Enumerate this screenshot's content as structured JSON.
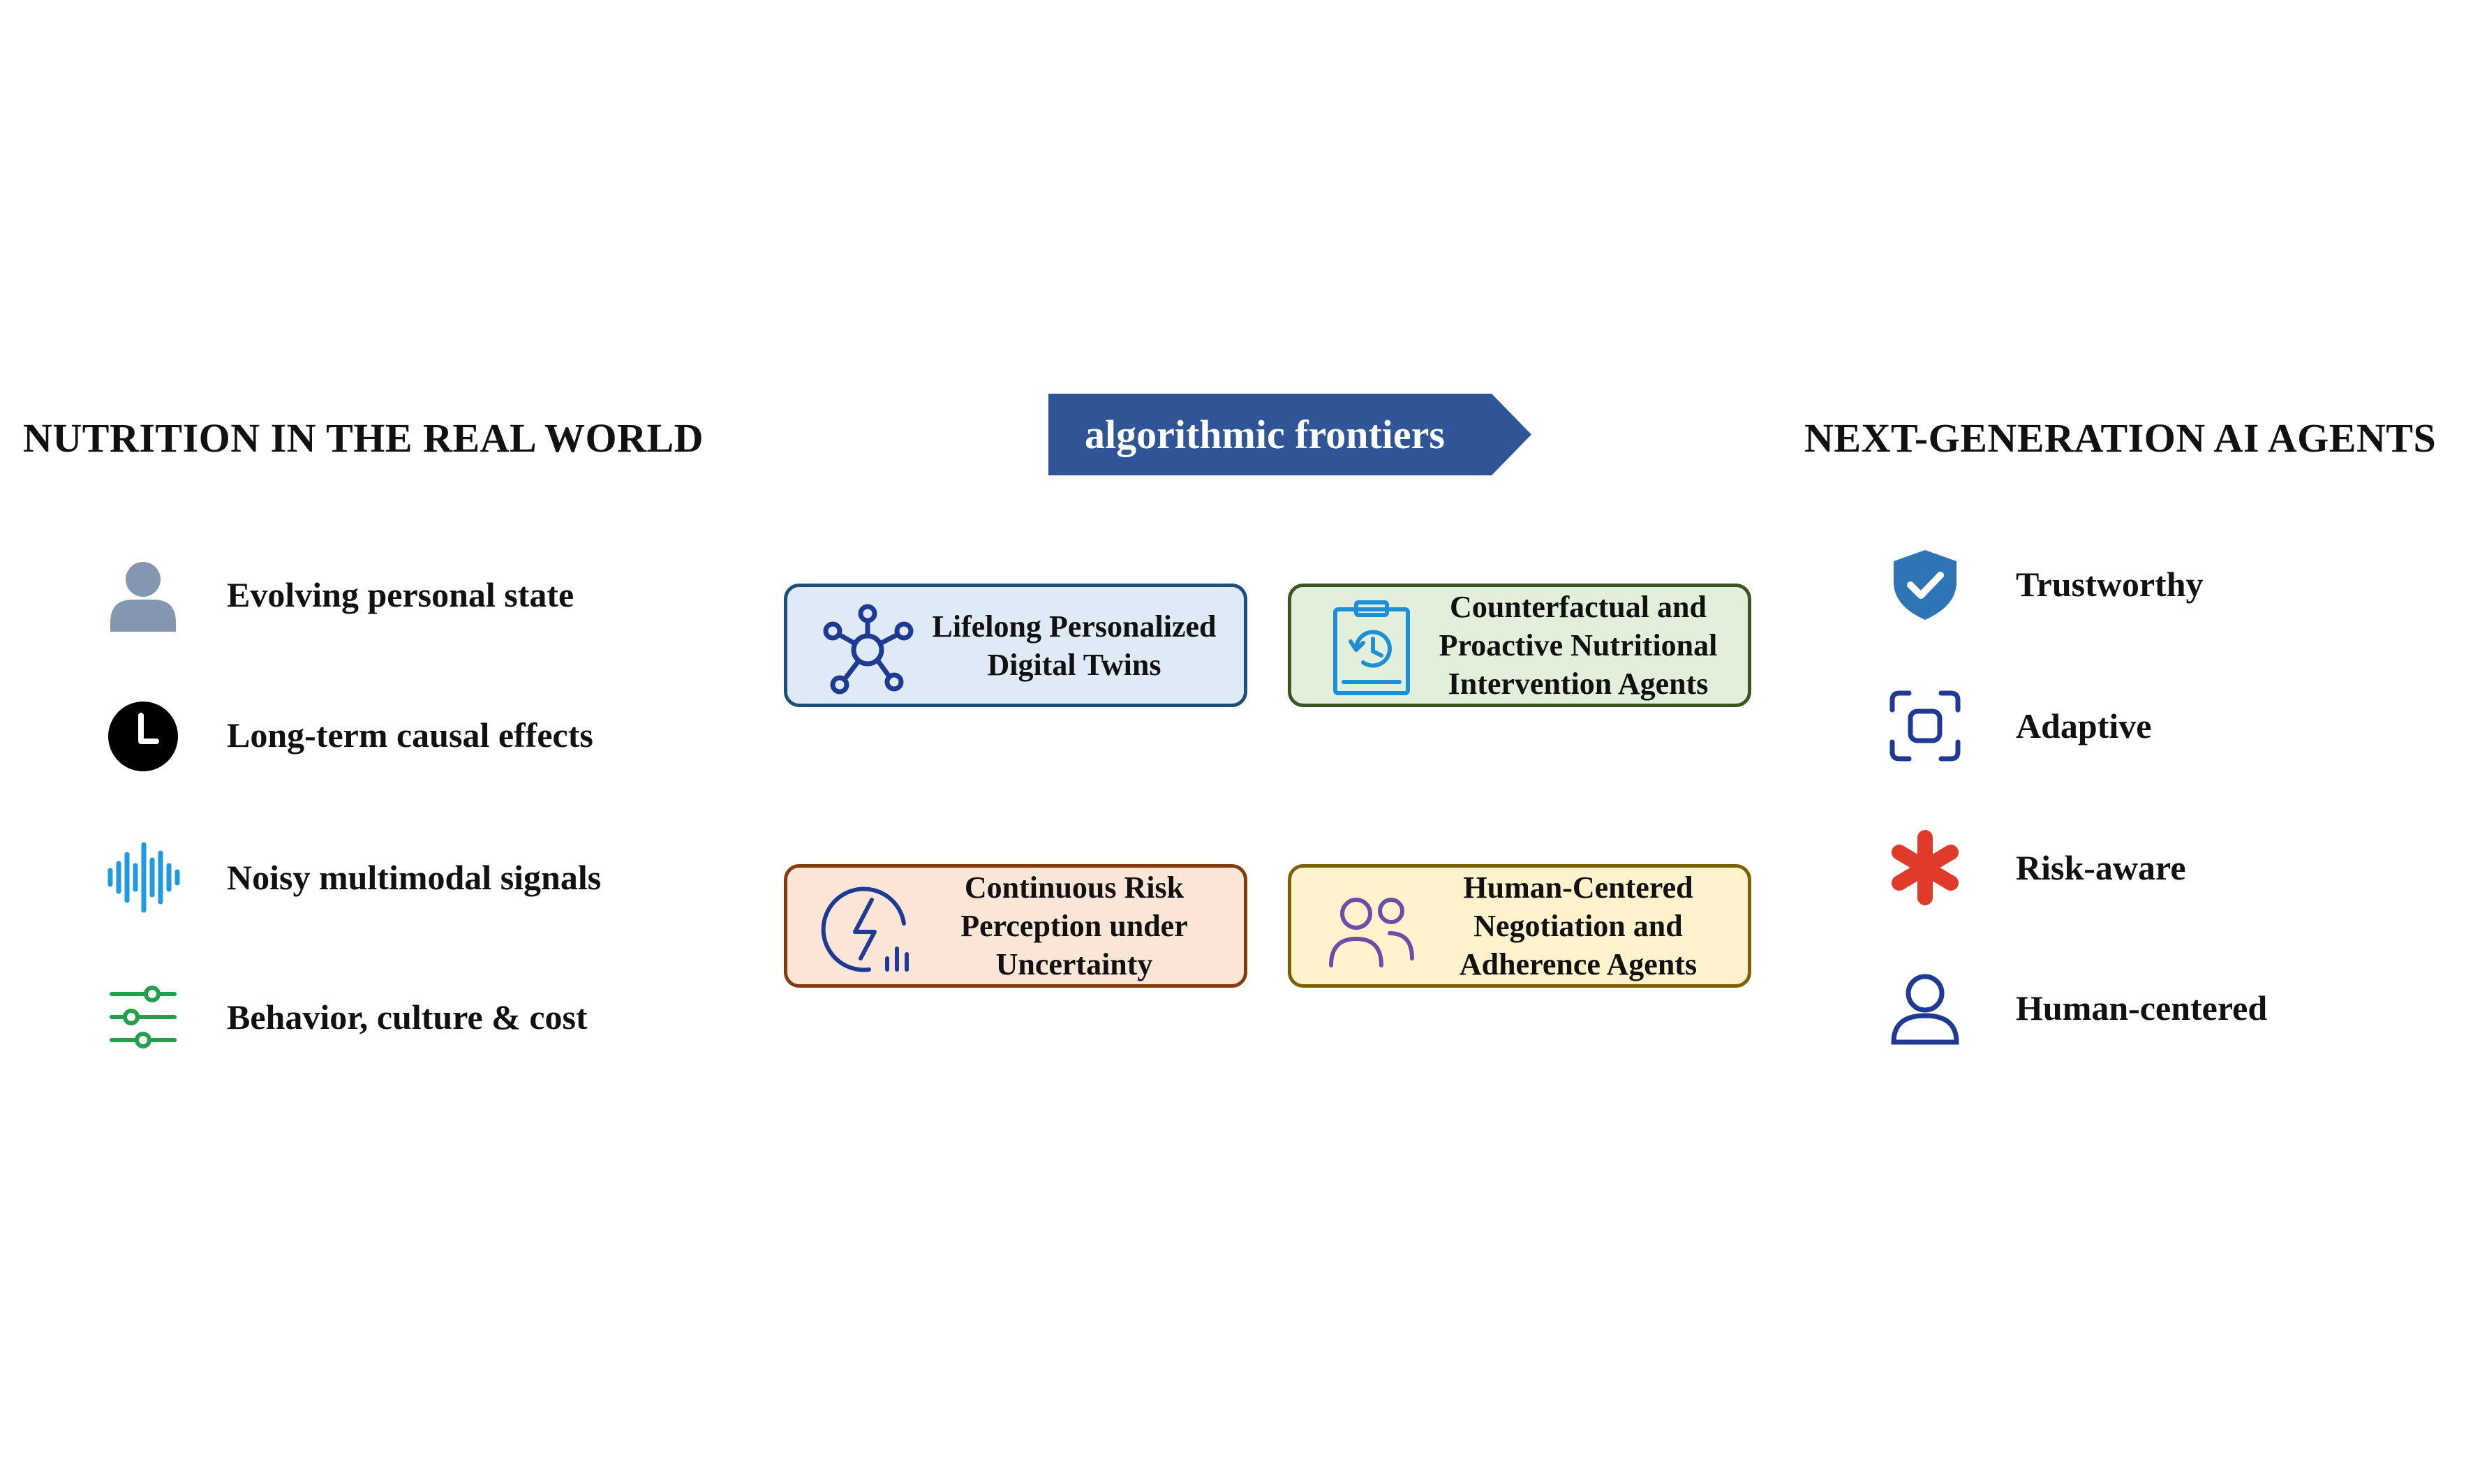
{
  "left_column": {
    "heading": "NUTRITION IN THE REAL WORLD",
    "items": [
      {
        "label": "Evolving personal state",
        "icon": "person-icon"
      },
      {
        "label": "Long-term causal effects",
        "icon": "clock-icon"
      },
      {
        "label": "Noisy multimodal signals",
        "icon": "waveform-icon"
      },
      {
        "label": "Behavior, culture & cost",
        "icon": "sliders-icon"
      }
    ]
  },
  "center": {
    "banner": "algorithmic frontiers",
    "cards": [
      {
        "lines": [
          "Lifelong Personalized",
          "Digital Twins"
        ],
        "icon": "network-icon"
      },
      {
        "lines": [
          "Counterfactual and",
          "Proactive Nutritional",
          "Intervention Agents"
        ],
        "icon": "clipboard-history-icon"
      },
      {
        "lines": [
          "Continuous Risk",
          "Perception under",
          "Uncertainty"
        ],
        "icon": "lightning-chart-icon"
      },
      {
        "lines": [
          "Human-Centered",
          "Negotiation and",
          "Adherence Agents"
        ],
        "icon": "users-icon"
      }
    ]
  },
  "right_column": {
    "heading": "NEXT-GENERATION AI AGENTS",
    "items": [
      {
        "label": "Trustworthy",
        "icon": "shield-check-icon"
      },
      {
        "label": "Adaptive",
        "icon": "focus-frame-icon"
      },
      {
        "label": "Risk-aware",
        "icon": "asterisk-icon"
      },
      {
        "label": "Human-centered",
        "icon": "user-outline-icon"
      }
    ]
  },
  "colors": {
    "banner": "#2f5597",
    "twins_card_bg": "#deebf7",
    "counterfactual_card_bg": "#e2efda",
    "risk_card_bg": "#fbe5d6",
    "human_card_bg": "#fff2cc",
    "shield": "#2e75b6",
    "asterisk": "#e03a2a",
    "navy": "#1f3a93"
  }
}
